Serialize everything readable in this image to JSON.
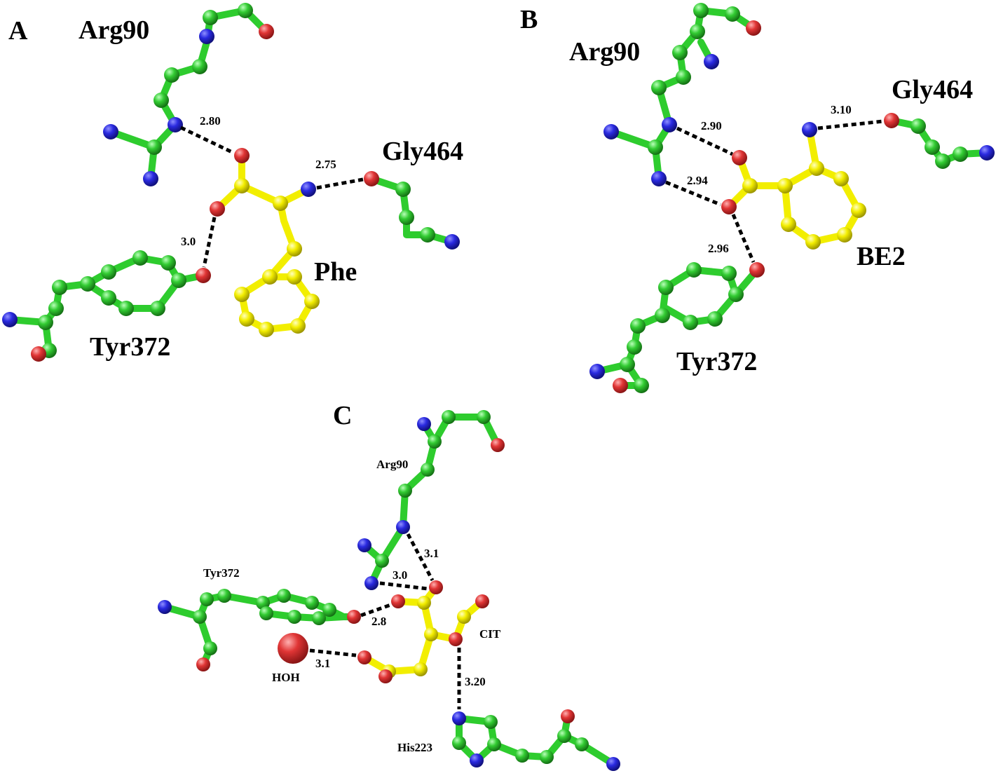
{
  "colors": {
    "carbon_protein": "#2ecc2e",
    "carbon_ligand": "#f2ee00",
    "nitrogen": "#2525d8",
    "oxygen": "#e03434",
    "hbond": "#000000"
  },
  "panels": {
    "A": {
      "label": "A",
      "residues": {
        "arg": "Arg90",
        "gly": "Gly464",
        "tyr": "Tyr372",
        "ligand": "Phe"
      },
      "distances": {
        "d1": "2.80",
        "d2": "2.75",
        "d3": "3.0"
      }
    },
    "B": {
      "label": "B",
      "residues": {
        "arg": "Arg90",
        "gly": "Gly464",
        "tyr": "Tyr372",
        "ligand": "BE2"
      },
      "distances": {
        "d1": "2.90",
        "d2": "3.10",
        "d3": "2.94",
        "d4": "2.96"
      }
    },
    "C": {
      "label": "C",
      "residues": {
        "arg": "Arg90",
        "tyr": "Tyr372",
        "ligand": "CIT",
        "water": "HOH",
        "his": "His223"
      },
      "distances": {
        "d1": "3.1",
        "d2": "3.0",
        "d3": "2.8",
        "d4": "3.1",
        "d5": "3.20"
      }
    }
  }
}
